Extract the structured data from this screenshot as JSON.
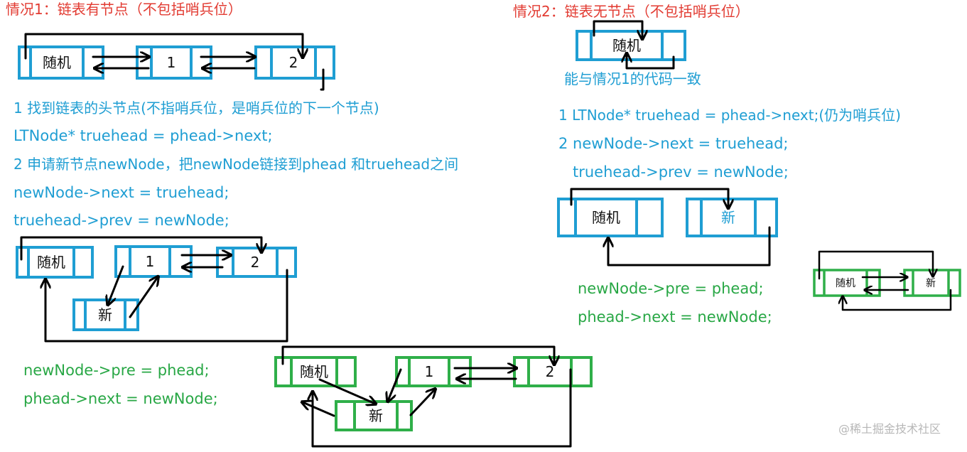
{
  "colors": {
    "blue": "#1f9ed3",
    "green": "#2faf49",
    "red": "#e23b32",
    "text_blue": "#1f9ed3",
    "text_green": "#28a745",
    "arrow": "#000000"
  },
  "case1": {
    "title": "情况1：链表有节点（不包括哨兵位）",
    "steps": [
      "1 找到链表的头节点(不指哨兵位，是哨兵位的下一个节点)",
      "LTNode* truehead = phead->next;",
      "2 申请新节点newNode，把newNode链接到phead 和truehead之间",
      "newNode->next = truehead;",
      "truehead->prev = newNode;"
    ],
    "green_steps": [
      "newNode->pre = phead;",
      "phead->next = newNode;"
    ]
  },
  "case2": {
    "title": "情况2：链表无节点（不包括哨兵位）",
    "note": "能与情况1的代码一致",
    "steps": [
      "1 LTNode* truehead = phead->next;(仍为哨兵位)",
      "2 newNode->next = truehead;",
      "truehead->prev = newNode;"
    ],
    "green_steps": [
      "newNode->pre = phead;",
      "phead->next = newNode;"
    ]
  },
  "nodes": {
    "sentinel": "随机",
    "one": "1",
    "two": "2",
    "new": "新"
  },
  "watermark": "@稀土掘金技术社区"
}
